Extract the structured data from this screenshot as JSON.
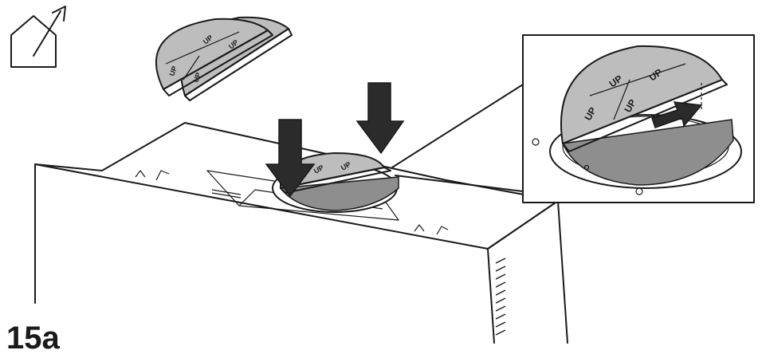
{
  "figure": {
    "label": "15a",
    "colors": {
      "line": "#1a1a1a",
      "cap_fill": "#bdbdbd",
      "arrow_fill": "#2b2b2b",
      "background": "#ffffff"
    },
    "icons": [
      "house-vent-icon",
      "push-down-arrow",
      "slide-arrow"
    ],
    "cap_markings": [
      "UP",
      "UP",
      "UP",
      "UP",
      "UP",
      "UP",
      "UP",
      "UP",
      "UP",
      "UP"
    ]
  }
}
